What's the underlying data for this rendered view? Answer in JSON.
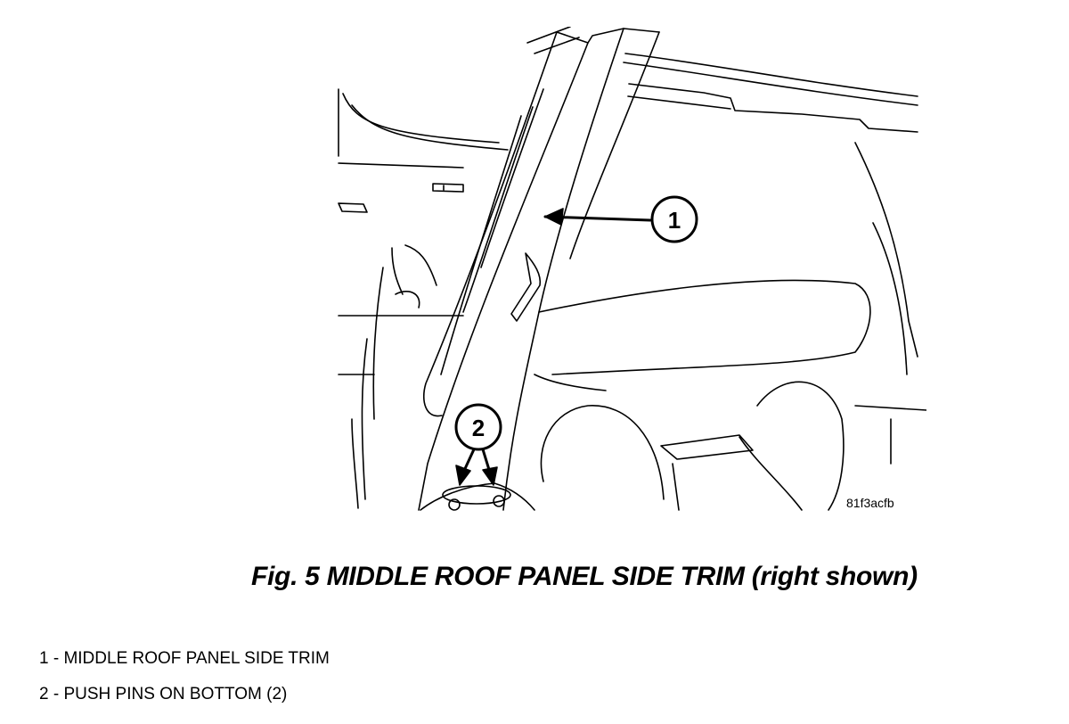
{
  "figure": {
    "caption": "Fig. 5 MIDDLE ROOF PANEL SIDE TRIM (right shown)",
    "image_id": "81f3acfb"
  },
  "callouts": [
    {
      "number": "1"
    },
    {
      "number": "2"
    }
  ],
  "legend": [
    {
      "text": "1 - MIDDLE ROOF PANEL SIDE TRIM"
    },
    {
      "text": "2 - PUSH PINS ON BOTTOM (2)"
    }
  ]
}
